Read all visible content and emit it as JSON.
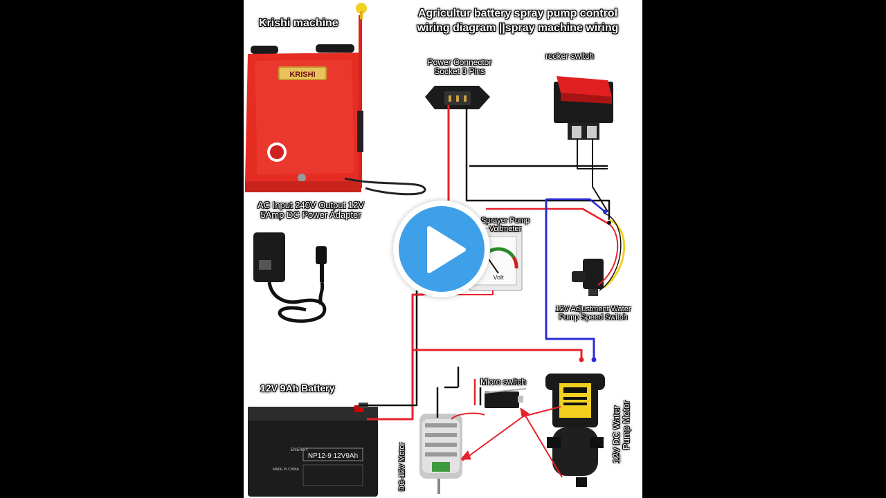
{
  "title": {
    "line1": "Agricultur battery spray pump control",
    "line2": "wiring diagram ||spray machine wiring"
  },
  "labels": {
    "krishi_machine": "Krishi machine",
    "krishi_brand": "KRISHI",
    "adapter_line1": "AC Input 240V Output 12V",
    "adapter_line2": "5Amp DC Power Adapter",
    "power_socket_line1": "Power Connector",
    "power_socket_line2": "Socket 3 Pins",
    "rocker_switch": "rocker switch",
    "voltmeter_line1": "Sprayer Pump",
    "voltmeter_line2": "Voltmeter",
    "voltmeter_face": "Volt",
    "speed_switch_line1": "12V Adjustment Water",
    "speed_switch_line2": "Pump Speed Switch",
    "battery": "12V 9Ah Battery",
    "battery_model": "NP12-9  12V9Ah",
    "battery_brand": "ENERGY",
    "battery_made_in": "MADE IN CHINA",
    "micro_switch": "Micro switch",
    "dc_motor": "DC-12V Motor",
    "pump_motor_line1": "12V DC Water",
    "pump_motor_line2": "Pump Motor"
  },
  "colors": {
    "background": "#000000",
    "canvas": "#ffffff",
    "wire_red": "#e8202a",
    "wire_black": "#111111",
    "wire_blue": "#2a2ad8",
    "wire_yellow": "#f1d020",
    "sprayer_red": "#e52d24",
    "play_blue": "#3ea0e8"
  },
  "video": {
    "play_icon": "play-icon"
  }
}
